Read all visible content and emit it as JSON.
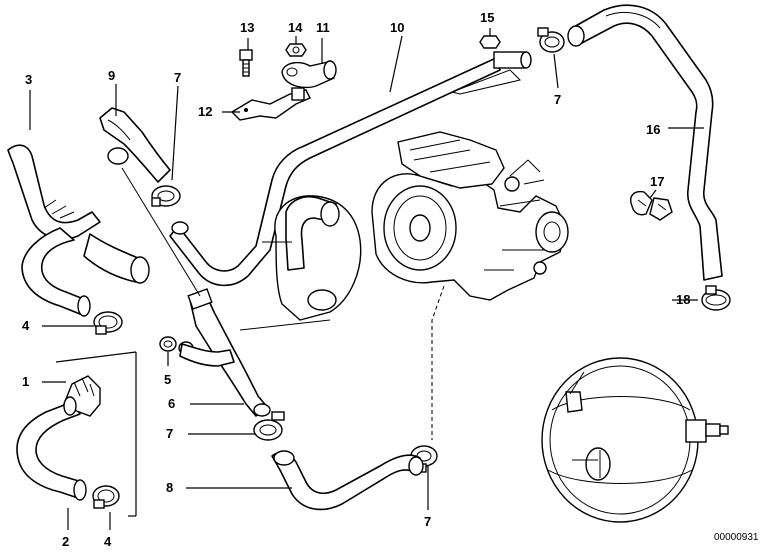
{
  "callouts": {
    "c1": "1",
    "c2": "2",
    "c3": "3",
    "c4a": "4",
    "c4b": "4",
    "c5": "5",
    "c6": "6",
    "c7a": "7",
    "c7b": "7",
    "c7c": "7",
    "c7d": "7",
    "c8": "8",
    "c9": "9",
    "c10": "10",
    "c11": "11",
    "c12": "12",
    "c13": "13",
    "c14": "14",
    "c15": "15",
    "c16": "16",
    "c17": "17",
    "c18": "18"
  },
  "reference_number": "00000931"
}
